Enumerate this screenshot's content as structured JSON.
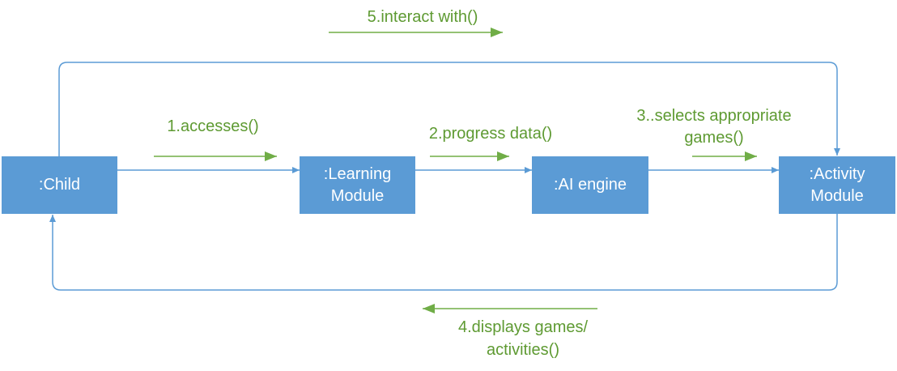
{
  "nodes": {
    "child": ":Child",
    "learning": ":Learning\nModule",
    "ai": ":AI engine",
    "activity": ":Activity\nModule"
  },
  "messages": {
    "m1": "1.accesses()",
    "m2": "2.progress data()",
    "m3_line1": "3..selects appropriate",
    "m3_line2": "games()",
    "m4_line1": "4.displays games/",
    "m4_line2": "activities()",
    "m5": "5.interact with()"
  },
  "colors": {
    "node_fill": "#5B9BD5",
    "connector": "#5B9BD5",
    "message": "#5E9A32"
  }
}
